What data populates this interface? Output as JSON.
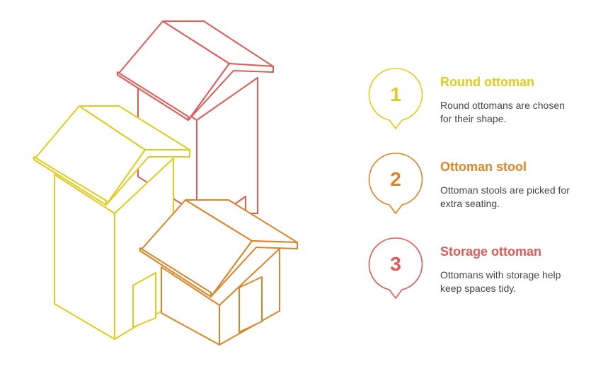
{
  "colors": {
    "yellow": "#E0CC1E",
    "orange": "#DC8428",
    "red": "#E05A56",
    "text": "#444444"
  },
  "items": [
    {
      "number": "1",
      "title": "Round ottoman",
      "desc": "Round ottomans are chosen for their shape.",
      "color": "#E0CC1E",
      "icon": "pin-marker-icon"
    },
    {
      "number": "2",
      "title": "Ottoman stool",
      "desc": "Ottoman stools are picked for extra seating.",
      "color": "#DC8428",
      "icon": "pin-marker-icon"
    },
    {
      "number": "3",
      "title": "Storage ottoman",
      "desc": "Ottomans with storage help keep spaces tidy.",
      "color": "#E05A56",
      "icon": "pin-marker-icon"
    }
  ],
  "illustration": {
    "icon": "three-houses-icon",
    "houses": [
      {
        "name": "red-house",
        "color": "#E05A56"
      },
      {
        "name": "yellow-house",
        "color": "#E0CC1E"
      },
      {
        "name": "orange-house",
        "color": "#DC8428"
      }
    ]
  }
}
